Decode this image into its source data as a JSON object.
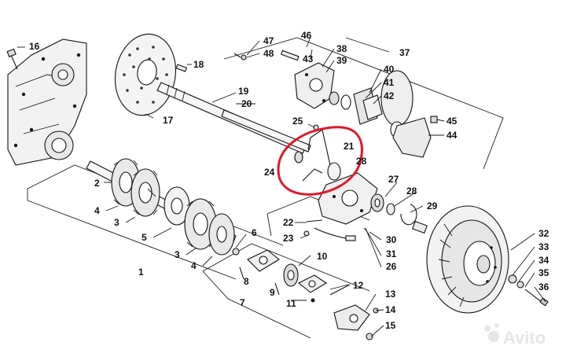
{
  "diagram": {
    "callouts": [
      "1",
      "2",
      "3",
      "3",
      "4",
      "4",
      "5",
      "6",
      "7",
      "8",
      "9",
      "10",
      "11",
      "12",
      "13",
      "14",
      "15",
      "16",
      "17",
      "18",
      "19",
      "20",
      "21",
      "22",
      "23",
      "24",
      "25",
      "26",
      "27",
      "28",
      "28",
      "29",
      "30",
      "31",
      "32",
      "33",
      "34",
      "35",
      "36",
      "37",
      "38",
      "39",
      "40",
      "41",
      "42",
      "43",
      "44",
      "45",
      "46",
      "47",
      "48"
    ],
    "highlight_color": "#e0192a",
    "line_color": "#1a1a1a",
    "watermark": "Avito"
  }
}
